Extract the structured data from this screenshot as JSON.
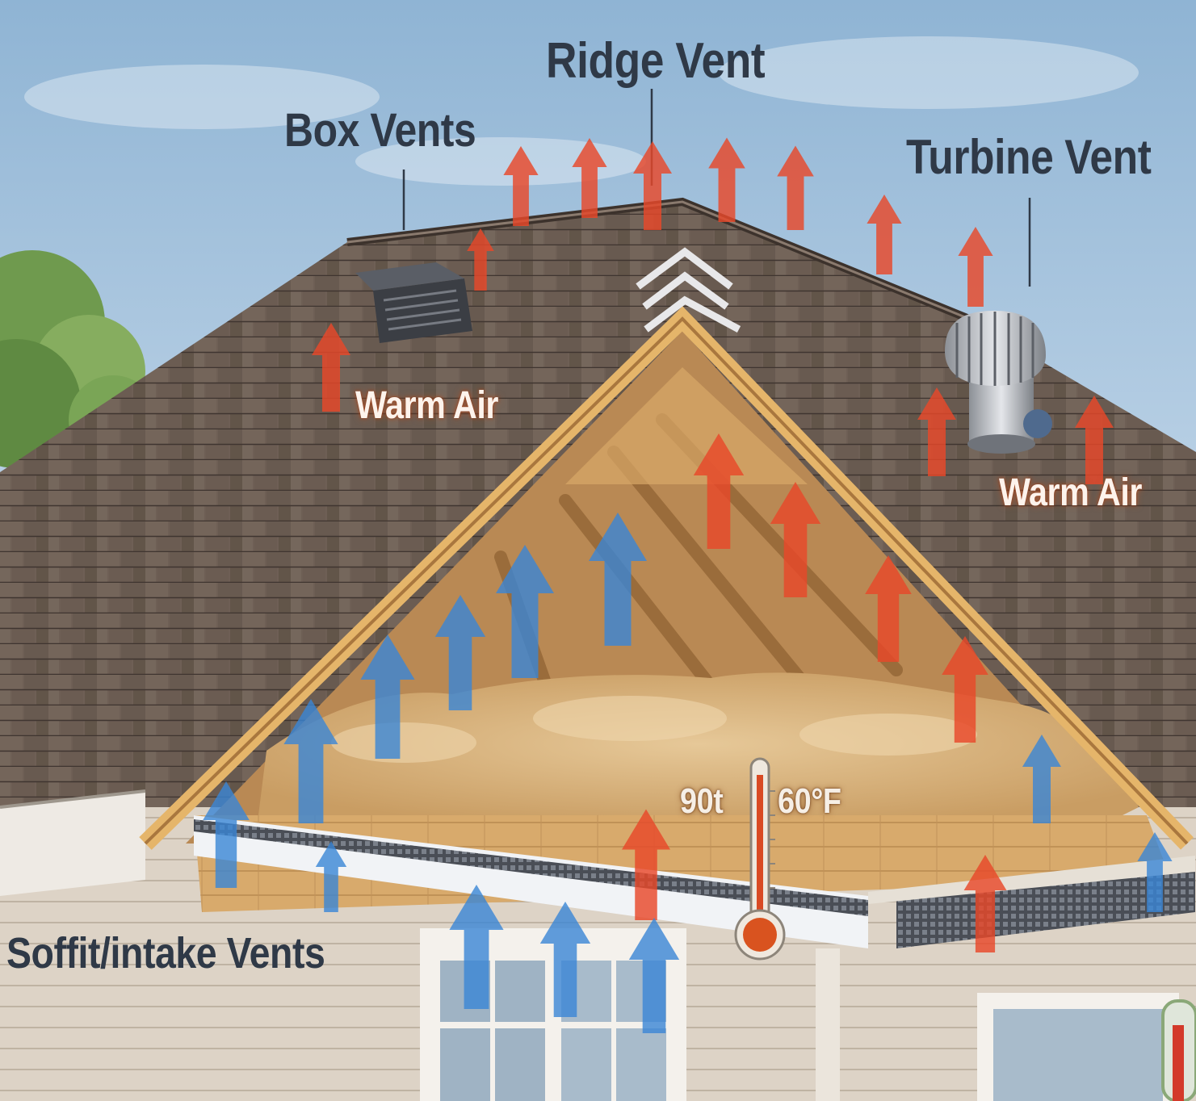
{
  "labels": {
    "ridge_vent": "Ridge Vent",
    "box_vents": "Box Vents",
    "turbine_vent": "Turbine Vent",
    "warm_air_left": "Warm Air",
    "warm_air_right": "Warm Air",
    "soffit_vents": "Soffit/intake Vents",
    "temp_hot": "90t",
    "temp_cool": "60°F"
  },
  "colors": {
    "sky_top": "#8fb4d4",
    "sky_bottom": "#dbe8f3",
    "roof_shingles": "#6e5f55",
    "attic_wood": "#c99a5e",
    "insulation": "#d9b98a",
    "siding": "#ddd3c6",
    "warm_arrow": "#e8482a",
    "cool_arrow": "#3a86d6"
  }
}
